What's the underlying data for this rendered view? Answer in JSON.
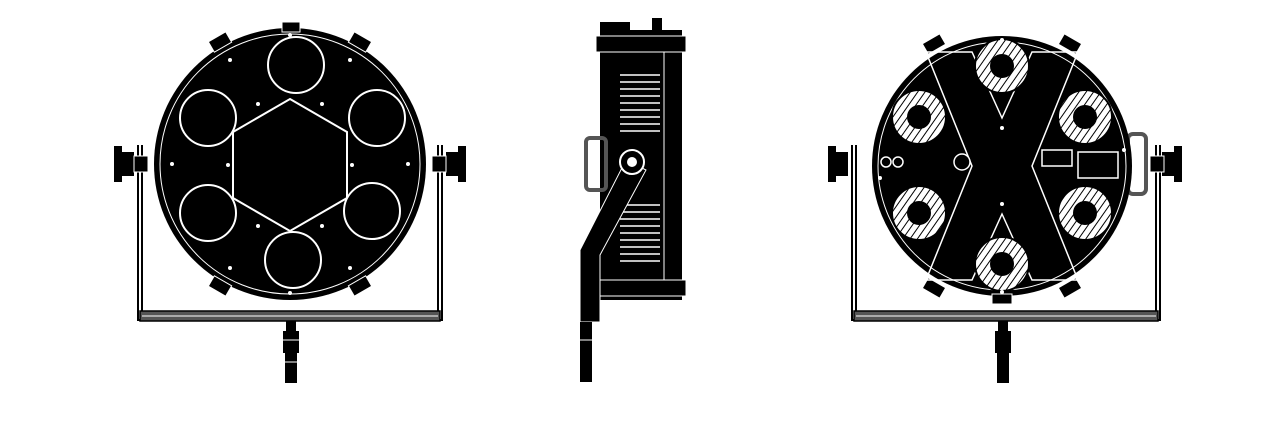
{
  "drawing": {
    "views": [
      {
        "id": "front-view",
        "description_icon": "fixture-front-icon"
      },
      {
        "id": "side-view",
        "description_icon": "fixture-side-icon"
      },
      {
        "id": "rear-view",
        "description_icon": "fixture-rear-icon"
      }
    ],
    "colors": {
      "ink": "#000000",
      "paper": "#ffffff",
      "yoke": "#555555"
    }
  }
}
